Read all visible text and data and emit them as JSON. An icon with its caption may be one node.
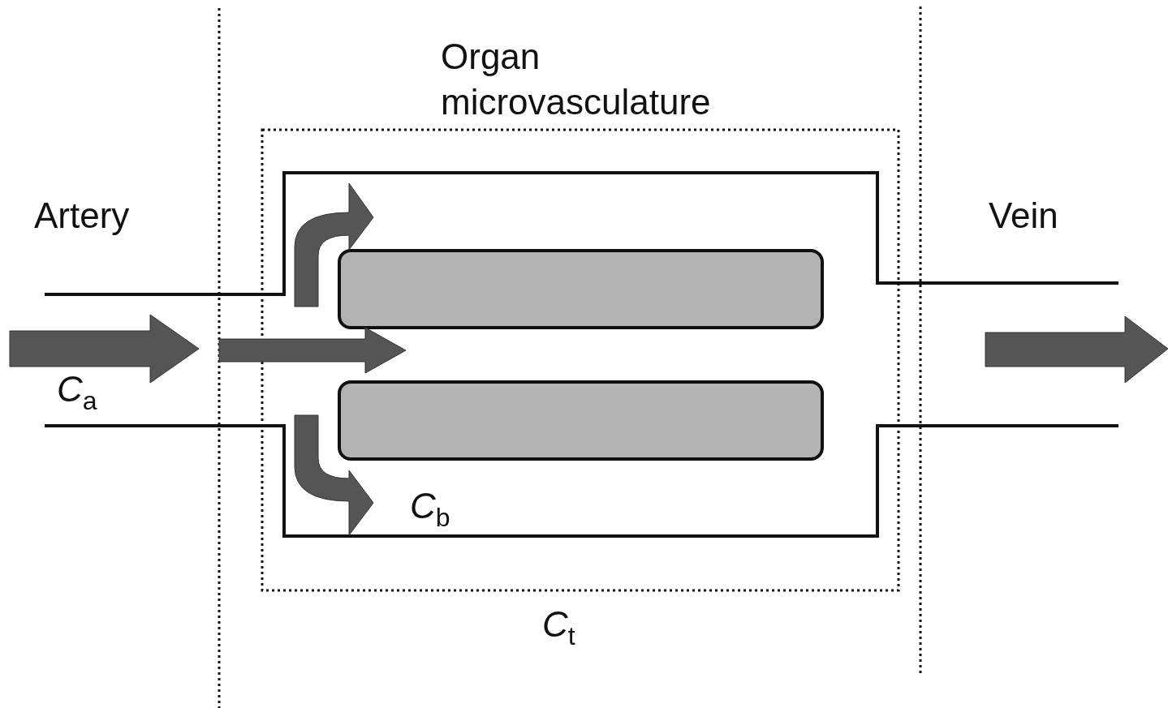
{
  "diagram": {
    "labels": [
      "Organ microvasculature",
      "Artery",
      "Vein",
      "*C*$_{a}$",
      "*C*$_{b}$",
      "*C*$_{t}$"
    ]
  }
}
